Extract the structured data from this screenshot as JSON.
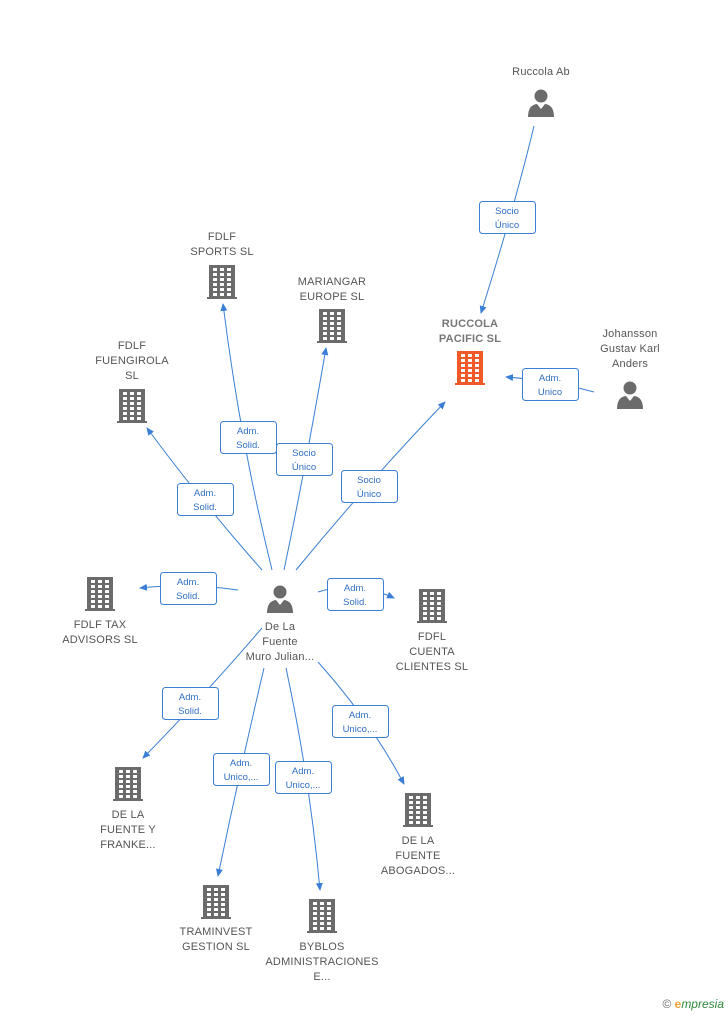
{
  "colors": {
    "person": "#6b6b6b",
    "company": "#6b6b6b",
    "highlight": "#f05a28",
    "edge": "#3a7fd5"
  },
  "nodes": [
    {
      "id": "center",
      "kind": "person",
      "icon": "person-icon",
      "label": [
        "De La",
        "Fuente",
        "Muro Julian..."
      ]
    },
    {
      "id": "ruccola-ab",
      "kind": "person",
      "icon": "person-icon",
      "label": [
        "Ruccola Ab"
      ]
    },
    {
      "id": "johansson",
      "kind": "person",
      "icon": "person-icon",
      "label": [
        "Johansson",
        "Gustav Karl",
        "Anders"
      ]
    },
    {
      "id": "ruccola-pacific",
      "kind": "company",
      "icon": "building-icon",
      "highlight": true,
      "label": [
        "RUCCOLA",
        "PACIFIC  SL"
      ]
    },
    {
      "id": "fdlf-sports",
      "kind": "company",
      "icon": "building-icon",
      "label": [
        "FDLF",
        "SPORTS  SL"
      ]
    },
    {
      "id": "mariangar",
      "kind": "company",
      "icon": "building-icon",
      "label": [
        "MARIANGAR",
        "EUROPE  SL"
      ]
    },
    {
      "id": "fdlf-fuengirola",
      "kind": "company",
      "icon": "building-icon",
      "label": [
        "FDLF",
        "FUENGIROLA",
        "SL"
      ]
    },
    {
      "id": "fdlf-tax",
      "kind": "company",
      "icon": "building-icon",
      "label": [
        "FDLF TAX",
        "ADVISORS  SL"
      ]
    },
    {
      "id": "fdfl-cuenta",
      "kind": "company",
      "icon": "building-icon",
      "label": [
        "FDFL",
        "CUENTA",
        "CLIENTES  SL"
      ]
    },
    {
      "id": "dlf-franke",
      "kind": "company",
      "icon": "building-icon",
      "label": [
        "DE LA",
        "FUENTE Y",
        "FRANKE..."
      ]
    },
    {
      "id": "traminvest",
      "kind": "company",
      "icon": "building-icon",
      "label": [
        "TRAMINVEST",
        "GESTION  SL"
      ]
    },
    {
      "id": "byblos",
      "kind": "company",
      "icon": "building-icon",
      "label": [
        "BYBLOS",
        "ADMINISTRACIONES",
        "E..."
      ]
    },
    {
      "id": "dlf-abogados",
      "kind": "company",
      "icon": "building-icon",
      "label": [
        "DE LA",
        "FUENTE",
        "ABOGADOS..."
      ]
    }
  ],
  "edges": [
    {
      "from": "ruccola-ab",
      "to": "ruccola-pacific",
      "label": [
        "Socio",
        "Único"
      ]
    },
    {
      "from": "johansson",
      "to": "ruccola-pacific",
      "label": [
        "Adm.",
        "Unico"
      ]
    },
    {
      "from": "center",
      "to": "ruccola-pacific",
      "label": [
        "Socio",
        "Único"
      ]
    },
    {
      "from": "center",
      "to": "fdlf-sports",
      "label": [
        "Adm.",
        "Solid."
      ]
    },
    {
      "from": "center",
      "to": "mariangar",
      "label": [
        "Socio",
        "Único"
      ]
    },
    {
      "from": "center",
      "to": "fdlf-fuengirola",
      "label": [
        "Adm.",
        "Solid."
      ]
    },
    {
      "from": "center",
      "to": "fdlf-tax",
      "label": [
        "Adm.",
        "Solid."
      ]
    },
    {
      "from": "center",
      "to": "fdfl-cuenta",
      "label": [
        "Adm.",
        "Solid."
      ]
    },
    {
      "from": "center",
      "to": "dlf-franke",
      "label": [
        "Adm.",
        "Solid."
      ]
    },
    {
      "from": "center",
      "to": "traminvest",
      "label": [
        "Adm.",
        "Unico,..."
      ]
    },
    {
      "from": "center",
      "to": "byblos",
      "label": [
        "Adm.",
        "Unico,..."
      ]
    },
    {
      "from": "center",
      "to": "dlf-abogados",
      "label": [
        "Adm.",
        "Unico,..."
      ]
    }
  ],
  "footer": {
    "copyright": "©",
    "brand_initial": "e",
    "brand_rest": "mpresia"
  }
}
